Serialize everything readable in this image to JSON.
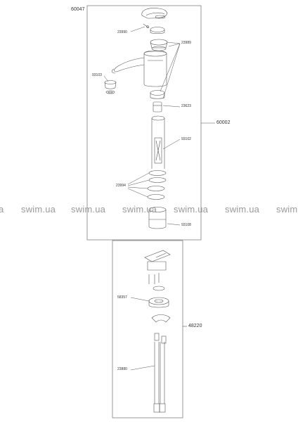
{
  "assembly": {
    "main_code": "60047",
    "upper_group_code": "60002",
    "lower_group_code": "48220"
  },
  "part_labels": {
    "p23990": "23990",
    "p23989": "23989",
    "p93103": "93103",
    "p23623": "23623",
    "p93102": "93102",
    "p23994": "23994",
    "p93108": "93108",
    "p58357": "58357",
    "p23880": "23880"
  },
  "watermark": {
    "items": [
      "a",
      "swim.ua",
      "swim.ua",
      "swim.ua",
      "swim.ua",
      "swim.ua",
      "swim"
    ]
  },
  "colors": {
    "line": "#555555",
    "watermark": "#9a9a9a"
  }
}
